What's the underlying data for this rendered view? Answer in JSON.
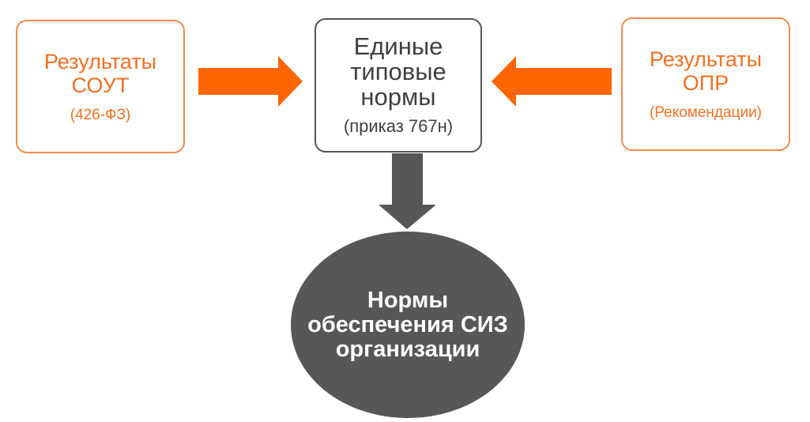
{
  "left_box": {
    "title_line1": "Результаты",
    "title_line2": "СОУТ",
    "subtitle": "(426-ФЗ)"
  },
  "right_box": {
    "title_line1": "Результаты",
    "title_line2": "ОПР",
    "subtitle": "(Рекомендации)"
  },
  "center_box": {
    "title_line1": "Единые",
    "title_line2": "типовые",
    "title_line3": "нормы",
    "subtitle": "(приказ 767н)"
  },
  "result": {
    "line1": "Нормы",
    "line2": "обеспечения СИЗ",
    "line3": "организации"
  },
  "colors": {
    "accent": "#ff6600",
    "text_orange": "#f07022",
    "dark": "#575757"
  }
}
